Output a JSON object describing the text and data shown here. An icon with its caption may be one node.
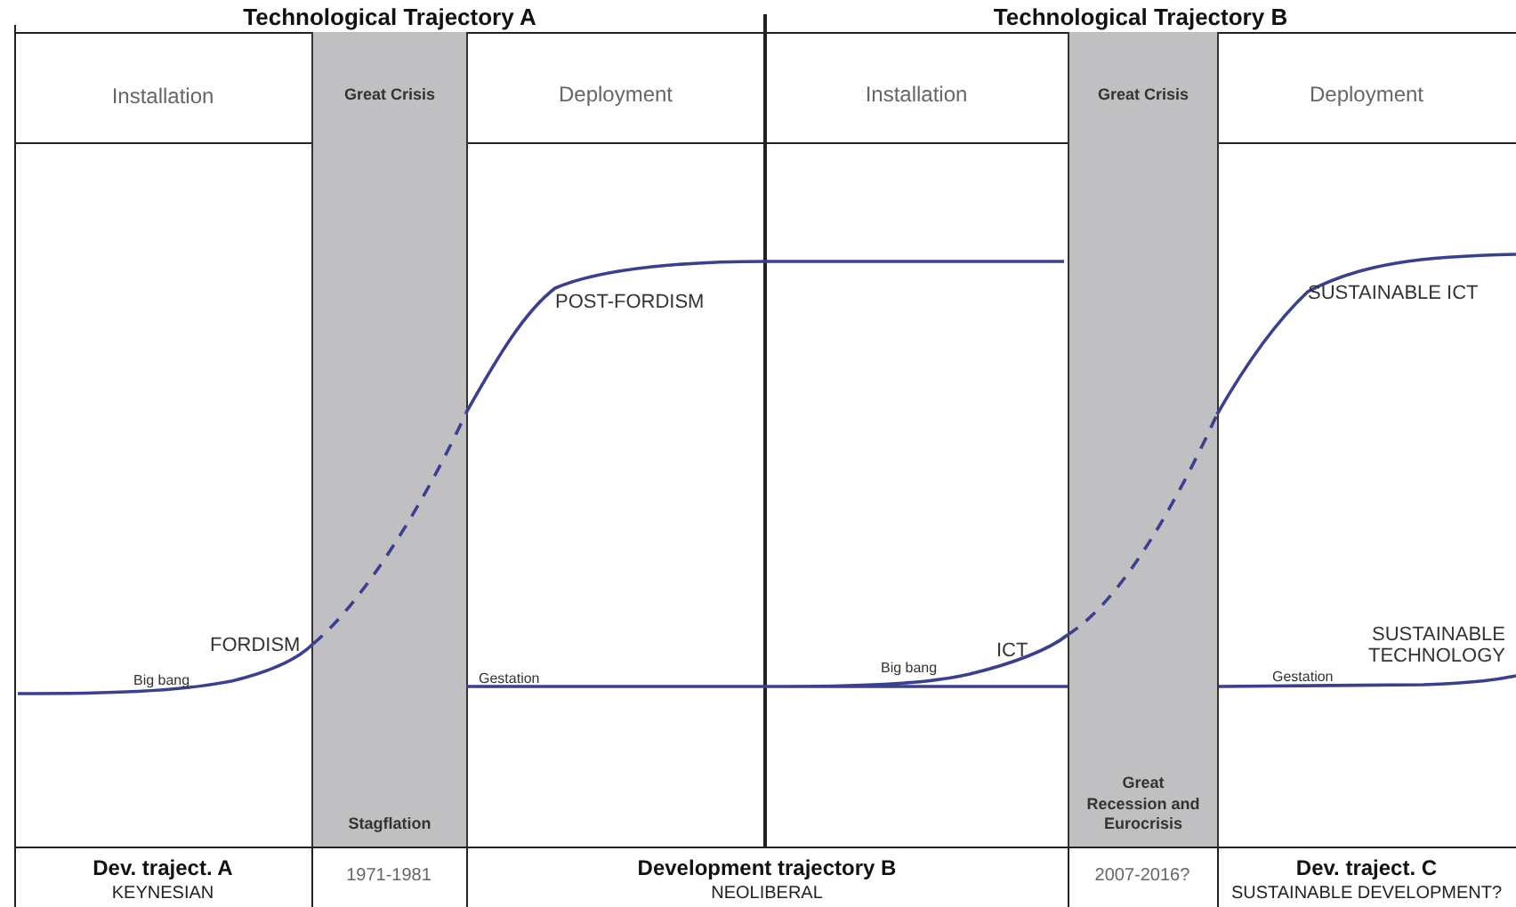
{
  "diagram": {
    "nodes": [
      {
        "text": [
          "Great Crisis",
          "Stagflation"
        ]
      },
      {
        "text": [
          "Great Crisis",
          "Great Recession and Eurocrisis"
        ]
      }
    ],
    "labels": [
      "Technological Trajectory A",
      "Technological Trajectory B",
      "Installation",
      "Deployment",
      "Installation",
      "Deployment",
      "POST-FORDISM",
      "SUSTAINABLE ICT",
      "FORDISM",
      "ICT",
      "SUSTAINABLE TECHNOLOGY",
      "Big bang",
      "Gestation",
      "Big bang",
      "Gestation",
      "Dev. traject. A",
      "KEYNESIAN",
      "1971-1981",
      "Development trajectory B",
      "NEOLIBERAL",
      "2007-2016?",
      "Dev. traject. C",
      "SUSTAINABLE DEVELOPMENT?"
    ]
  }
}
